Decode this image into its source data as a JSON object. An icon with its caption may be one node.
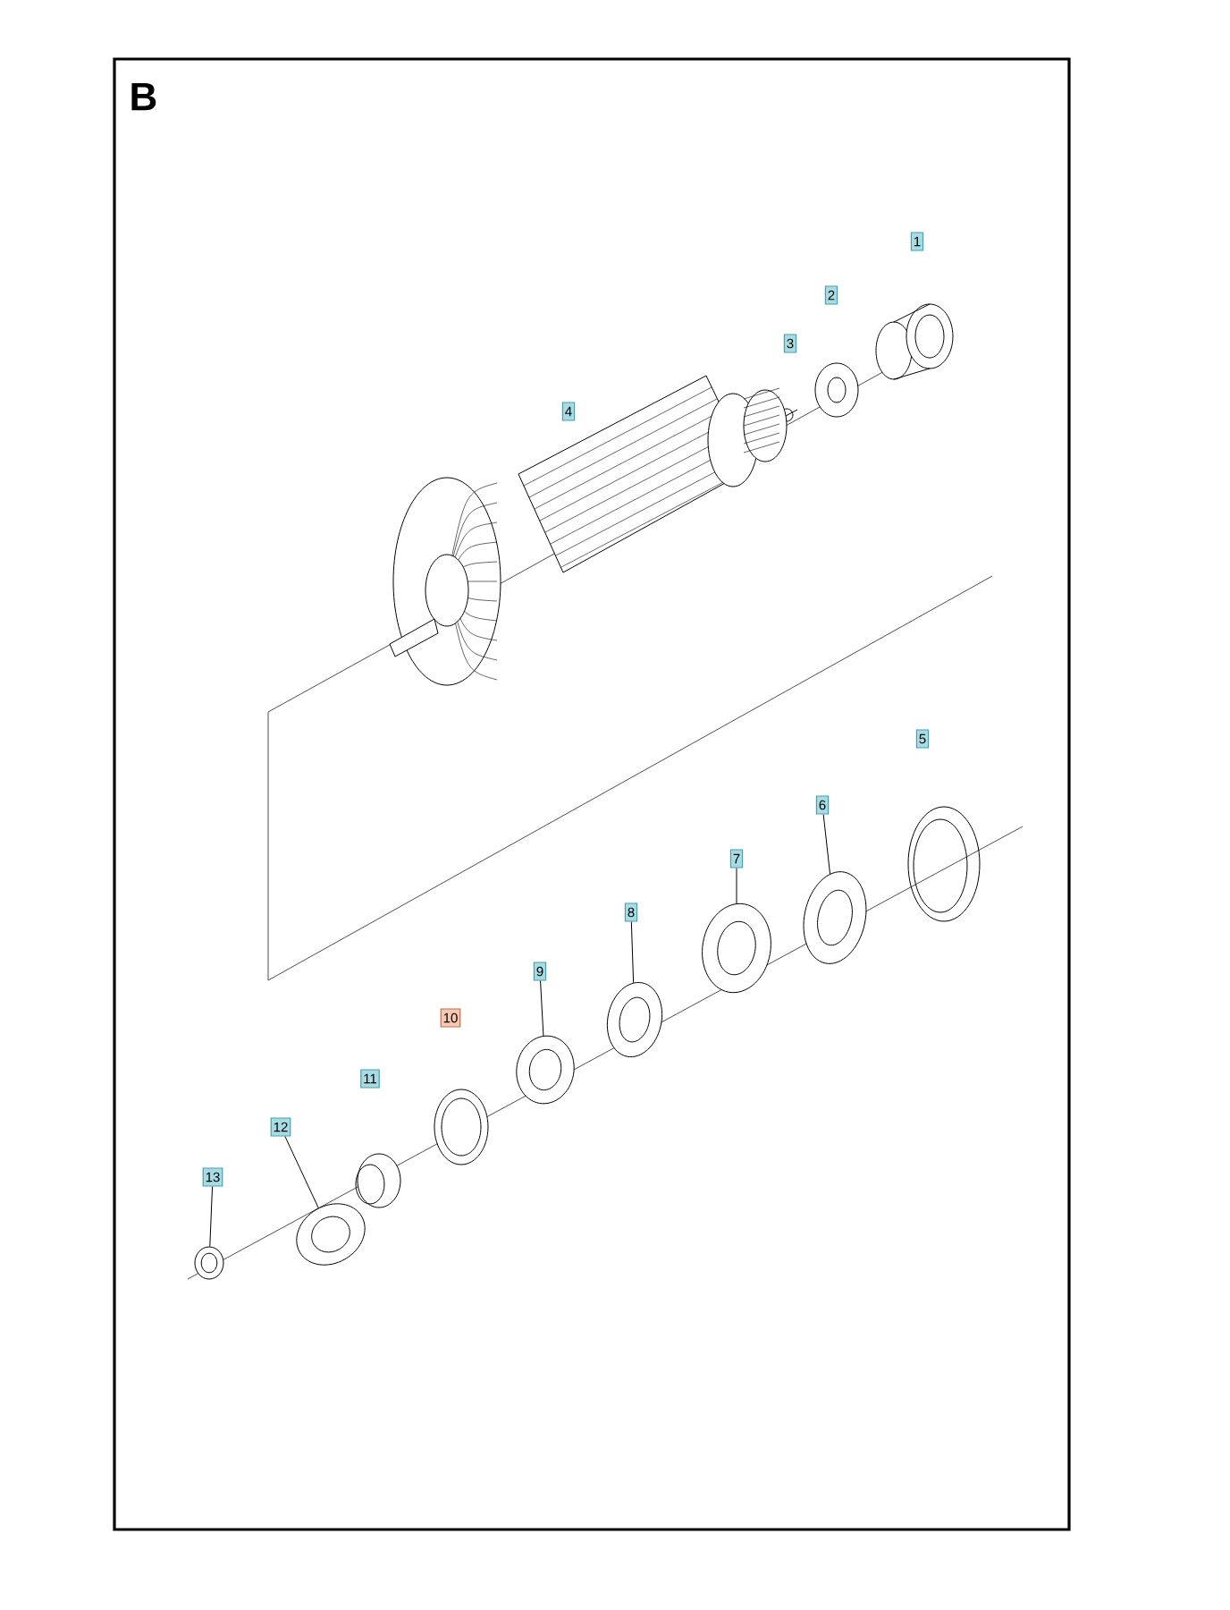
{
  "diagram": {
    "title": "B",
    "nodes": [
      {
        "text": [
          "1"
        ]
      },
      {
        "text": [
          "2"
        ]
      },
      {
        "text": [
          "3"
        ]
      },
      {
        "text": [
          "4"
        ]
      },
      {
        "text": [
          "5"
        ]
      },
      {
        "text": [
          "6"
        ]
      },
      {
        "text": [
          "7"
        ]
      },
      {
        "text": [
          "8"
        ]
      },
      {
        "text": [
          "9"
        ]
      },
      {
        "text": [
          "10"
        ]
      },
      {
        "text": [
          "11"
        ]
      },
      {
        "text": [
          "12"
        ]
      },
      {
        "text": [
          "13"
        ]
      },
      {
        "text": [],
        "shape": "picture"
      },
      {
        "text": [],
        "shape": "picture"
      },
      {
        "text": [],
        "shape": "picture"
      },
      {
        "text": [],
        "shape": "picture"
      },
      {
        "text": [],
        "shape": "picture"
      },
      {
        "text": [],
        "shape": "picture"
      }
    ],
    "edges": [
      {
        "from": 12,
        "to": 13,
        "arrow": "none"
      },
      {
        "from": 11,
        "to": 14,
        "arrow": "none"
      },
      {
        "from": 8,
        "to": 15,
        "arrow": "none"
      },
      {
        "from": 7,
        "to": 16,
        "arrow": "none"
      },
      {
        "from": 6,
        "to": 17,
        "arrow": "none"
      },
      {
        "from": 5,
        "to": 18,
        "arrow": "none"
      }
    ]
  }
}
